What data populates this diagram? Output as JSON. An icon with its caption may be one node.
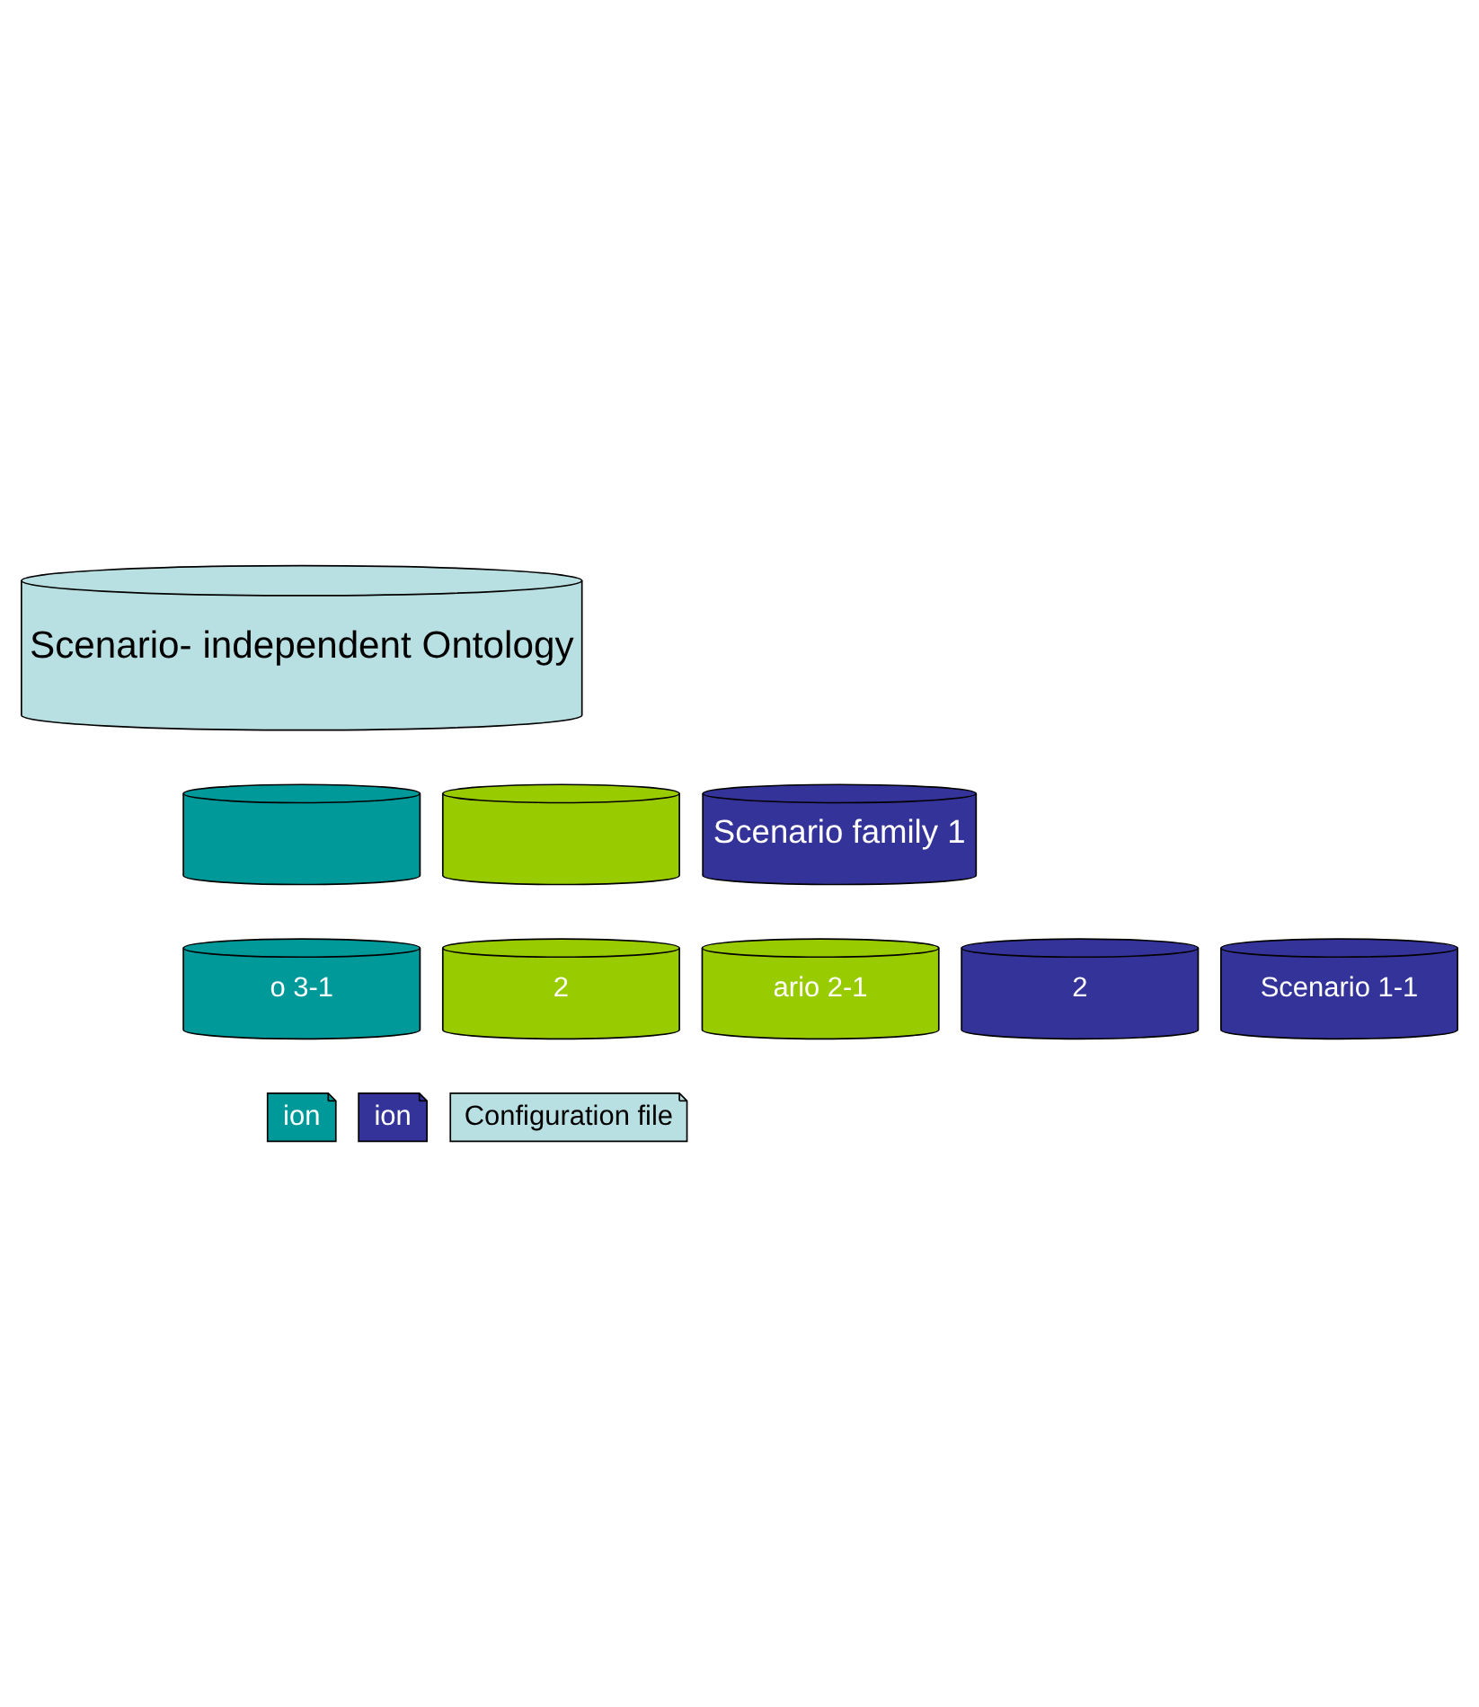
{
  "diagram": {
    "nodes": [
      {
        "text": [
          "Scenario- independent Ontology"
        ]
      },
      {
        "text": [],
        "shape": "cylinder"
      },
      {
        "text": [],
        "shape": "cylinder"
      },
      {
        "text": [
          "Scenario family 1"
        ]
      },
      {
        "text": [
          "o 3-1"
        ]
      },
      {
        "text": [
          "2"
        ]
      },
      {
        "text": [
          "ario 2-1"
        ]
      },
      {
        "text": [
          "2"
        ]
      },
      {
        "text": [
          "Scenario 1-1"
        ]
      },
      {
        "text": [
          "ion"
        ]
      },
      {
        "text": [
          "ion"
        ]
      },
      {
        "text": [
          "Configuration file"
        ]
      }
    ]
  }
}
